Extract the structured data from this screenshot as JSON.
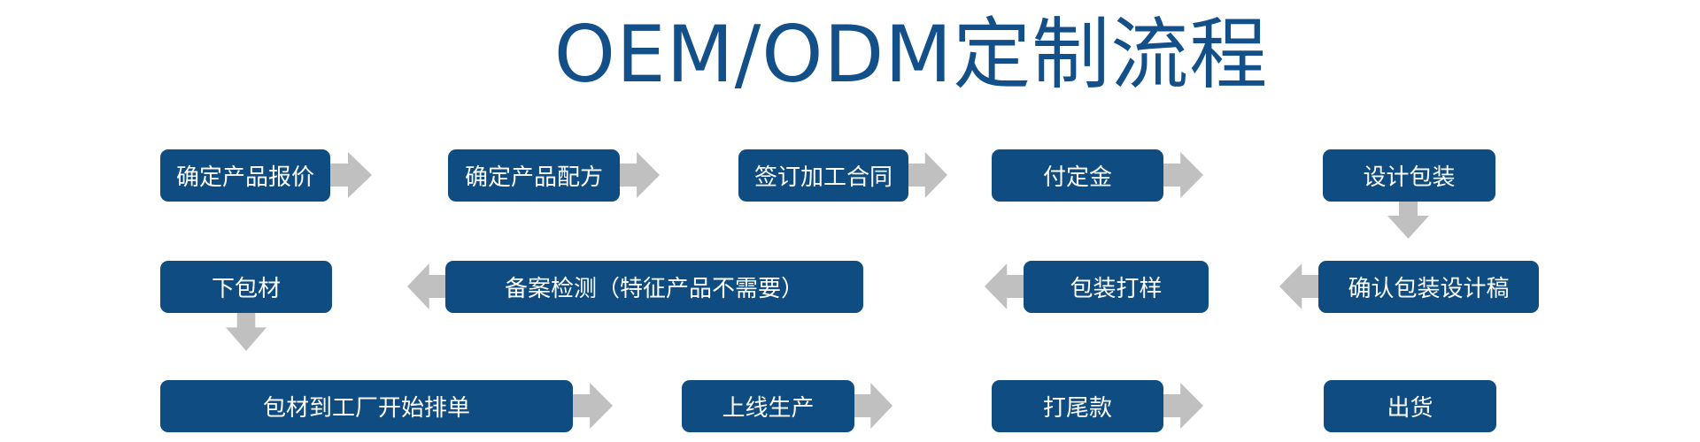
{
  "title": "OEM/ODM定制流程",
  "colors": {
    "box": "#0f4c81",
    "arrow": "#c0c0c0",
    "title": "#134f88"
  },
  "steps": [
    "确定产品报价",
    "确定产品配方",
    "签订加工合同",
    "付定金",
    "设计包装",
    "确认包装设计稿",
    "包装打样",
    "备案检测（特征产品不需要）",
    "下包材",
    "包材到工厂开始排单",
    "上线生产",
    "打尾款",
    "出货"
  ]
}
